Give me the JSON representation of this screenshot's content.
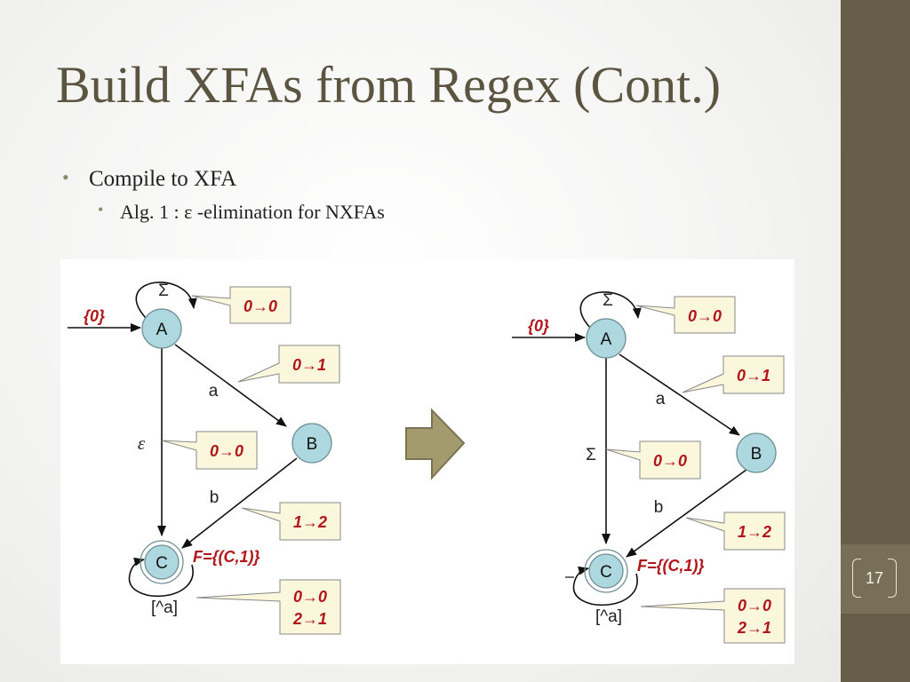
{
  "slide": {
    "title": "Build XFAs from Regex (Cont.)",
    "bullets": [
      {
        "text": "Compile to XFA",
        "sub": [
          {
            "text": "Alg. 1 : ε -elimination for NXFAs"
          }
        ]
      }
    ],
    "page_number": "17"
  },
  "diagram_left": {
    "states": {
      "A": "A",
      "B": "B",
      "C": "C"
    },
    "start_label": "{0}",
    "final_label": "F={(C,1)}",
    "edge_labels": {
      "loop_A": "Σ",
      "A_B": "a",
      "A_C": "ε",
      "B_C": "b",
      "loop_C": "[^a]"
    },
    "callouts": {
      "loop_A": [
        "0→0"
      ],
      "A_B": [
        "0→1"
      ],
      "A_C": [
        "0→0"
      ],
      "B_C": [
        "1→2"
      ],
      "loop_C": [
        "0→0",
        "2→1"
      ]
    }
  },
  "diagram_right": {
    "states": {
      "A": "A",
      "B": "B",
      "C": "C"
    },
    "start_label": "{0}",
    "final_label": "F={(C,1)}",
    "edge_labels": {
      "loop_A": "Σ",
      "A_B": "a",
      "A_C": "Σ",
      "B_C": "b",
      "loop_C": "[^a]"
    },
    "callouts": {
      "loop_A": [
        "0→0"
      ],
      "A_B": [
        "0→1"
      ],
      "A_C": [
        "0→0"
      ],
      "B_C": [
        "1→2"
      ],
      "loop_C": [
        "0→0",
        "2→1"
      ]
    }
  },
  "colors": {
    "state_fill": "#add8e0",
    "callout_fill": "#fbf7dd",
    "callout_text": "#b0161a",
    "arrow_fill": "#a39b6e",
    "title_color": "#5a5440",
    "sidebar": "#665e48"
  }
}
